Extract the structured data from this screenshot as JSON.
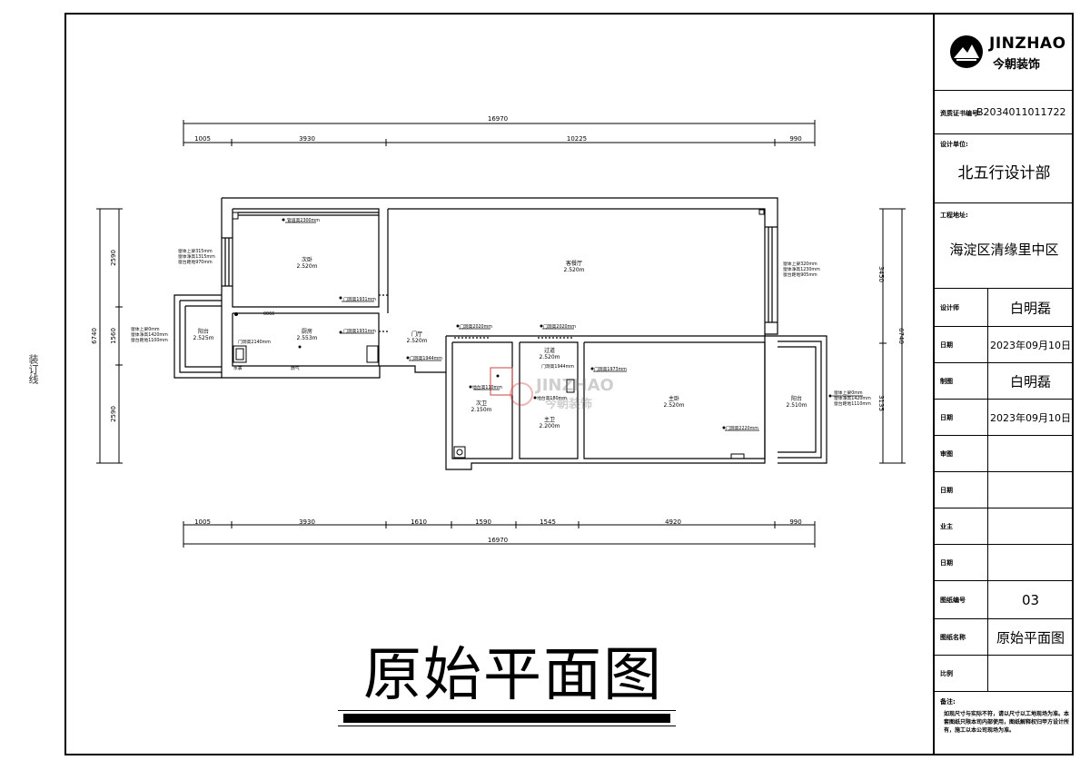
{
  "sheet": {
    "binding_line": "装订线",
    "drawing_title": "原始平面图"
  },
  "logo": {
    "brand_en": "JINZHAO",
    "brand_cn": "今朝装饰"
  },
  "title_block": {
    "cert_label": "资质证书编号:",
    "cert_no": "B2034011011722",
    "design_unit_label": "设计单位:",
    "design_unit": "北五行设计部",
    "address_label": "工程地址:",
    "address": "海淀区清缘里中区",
    "designer_label": "设计师",
    "designer": "白明磊",
    "date1_label": "日期",
    "date1": "2023年09月10日",
    "drawer_label": "制图",
    "drawer": "白明磊",
    "date2_label": "日期",
    "date2": "2023年09月10日",
    "review_label": "审图",
    "review": "",
    "date3_label": "日期",
    "date3": "",
    "owner_label": "业主",
    "owner": "",
    "date4_label": "日期",
    "date4": "",
    "sheet_no_label": "图纸编号",
    "sheet_no": "03",
    "sheet_name_label": "图纸名称",
    "sheet_name": "原始平面图",
    "scale_label": "比例",
    "scale": "",
    "notes_label": "备注:",
    "notes": "如现尺寸与实际不符，请以尺寸以工地现场为准。本套图纸只限本司内部使用，图纸解释权归甲方设计所有，施工以本公司现场为准。"
  },
  "dimensions": {
    "top_total": "16970",
    "top_segments": [
      "1005",
      "3930",
      "10225",
      "990"
    ],
    "bottom_segments": [
      "1005",
      "3930",
      "1610",
      "1590",
      "1545",
      "4920",
      "990"
    ],
    "bottom_total": "16970",
    "left_outer": "6740",
    "left_segments": [
      "2590",
      "1560",
      "2590"
    ],
    "right_outer": "6740",
    "right_segments": [
      "3450",
      "3135"
    ]
  },
  "rooms": [
    {
      "name": "次卧",
      "height": "2.520m"
    },
    {
      "name": "客餐厅",
      "height": "2.520m"
    },
    {
      "name": "厨房",
      "height": "2.553m"
    },
    {
      "name": "阳台",
      "height": "2.525m"
    },
    {
      "name": "门厅",
      "height": "2.520m"
    },
    {
      "name": "过道",
      "height": "2.520m"
    },
    {
      "name": "次卫",
      "height": "2.150m"
    },
    {
      "name": "主卫",
      "height": "2.200m"
    },
    {
      "name": "主卧",
      "height": "2.520m"
    },
    {
      "name": "阳台",
      "height": "2.510m"
    }
  ],
  "annotations": {
    "pipe_height": "管道高2300mm",
    "win_left": [
      "窗体上梁315mm",
      "窗体净高1315mm",
      "窗台距地970mm"
    ],
    "win_right_top": [
      "窗体上梁320mm",
      "窗体净高1230mm",
      "窗台距地905mm"
    ],
    "win_balcony_left": [
      "窗体上梁0mm",
      "窗体净高1420mm",
      "窗台距地1100mm"
    ],
    "win_balcony_right": [
      "窗体上梁0mm",
      "窗体净高1420mm",
      "窗台距地1110mm"
    ],
    "doors": [
      "门洞高1931mm",
      "门洞高1931mm",
      "门洞高2140mm",
      "门洞高1944mm",
      "门洞高2020mm",
      "门洞高2020mm",
      "门洞高1944mm",
      "门洞高1973mm",
      "门洞高2220mm"
    ],
    "sill_height": "地台高110mm",
    "sill_height2": "地台高180mm",
    "window_mark": "0066",
    "mark_gas": "燃气",
    "mark_water": "水表"
  }
}
